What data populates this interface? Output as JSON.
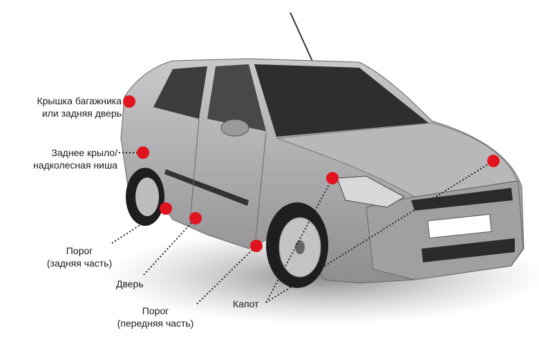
{
  "labels": {
    "trunk_line1": "Крышка багажника",
    "trunk_line2": "или задняя дверь",
    "rear_fender_line1": "Заднее крыло/",
    "rear_fender_line2": "надколесная ниша",
    "rear_sill_line1": "Порог",
    "rear_sill_line2": "(задняя часть)",
    "door": "Дверь",
    "front_sill_line1": "Порог",
    "front_sill_line2": "(передняя часть)",
    "hood": "Капот"
  },
  "colors": {
    "marker": "#e0141e",
    "body": "#a9a9ab",
    "dark": "#3a3a3c"
  }
}
